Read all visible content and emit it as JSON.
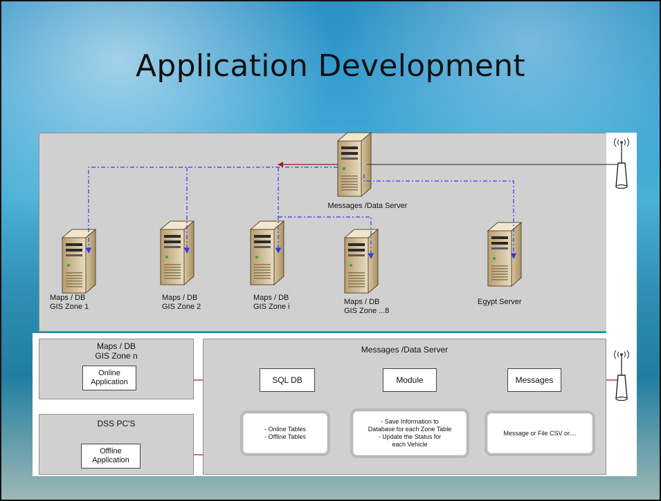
{
  "slide": {
    "title": "Application Development"
  },
  "top_panel": {
    "central_server_label": "Messages /Data Server",
    "servers": [
      {
        "line1": "Maps / DB",
        "line2": "GIS Zone 1"
      },
      {
        "line1": "Maps / DB",
        "line2": "GIS Zone 2"
      },
      {
        "line1": "Maps / DB",
        "line2": "GIS Zone i"
      },
      {
        "line1": "Maps / DB",
        "line2": "GIS Zone ...8"
      },
      {
        "line1": "Egypt Server",
        "line2": ""
      }
    ]
  },
  "zone_n_panel": {
    "title_line1": "Maps / DB",
    "title_line2": "GIS Zone n",
    "app_line1": "Online",
    "app_line2": "Application"
  },
  "dss_panel": {
    "title": "DSS PC'S",
    "app_line1": "Offline",
    "app_line2": "Application"
  },
  "server_panel": {
    "title": "Messages /Data Server",
    "sql_db": "SQL DB",
    "module": "Module",
    "messages": "Messages",
    "sql_notes": [
      "- Online Tables",
      "- Offline Tables"
    ],
    "module_notes": [
      "- Save Information to",
      "Database for each Zone Table",
      "- Update the Status for",
      "each Vehicle"
    ],
    "messages_note": "Message or File CSV or...."
  },
  "colors": {
    "panel": "#d0d0d0",
    "arrow_red": "#9b1b1b",
    "arrow_blue": "#2c3cf0",
    "ocean": "#2f8fb5"
  }
}
